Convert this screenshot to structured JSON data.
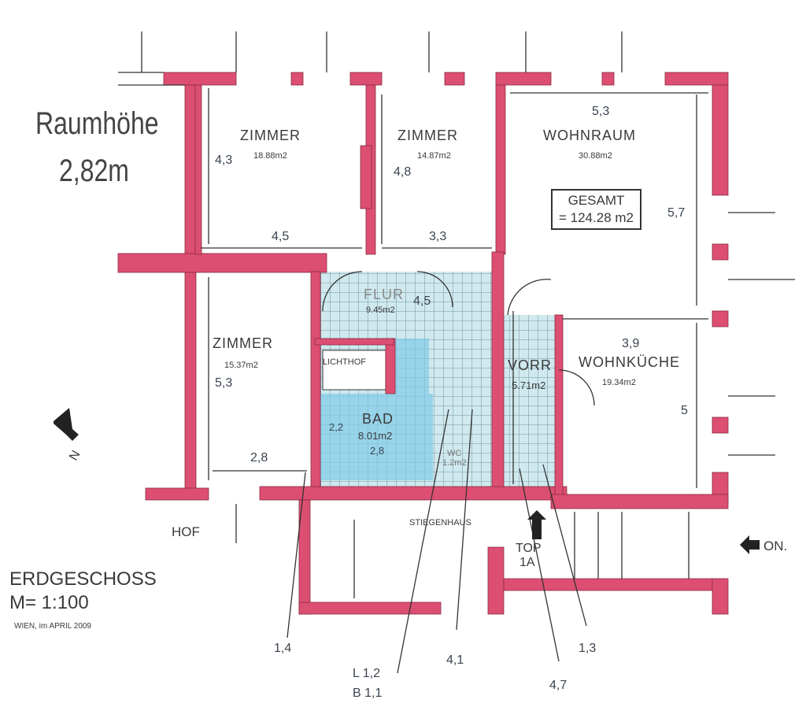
{
  "title": {
    "line1": "Raumhöhe",
    "line2": "2,82m"
  },
  "rooms": [
    {
      "name": "ZIMMER",
      "area": "18.88m2"
    },
    {
      "name": "ZIMMER",
      "area": "14.87m2"
    },
    {
      "name": "WOHNRAUM",
      "area": "30.88m2"
    },
    {
      "name": "ZIMMER",
      "area": "15.37m2"
    },
    {
      "name": "FLUR",
      "area": "9.45m2"
    },
    {
      "name": "LICHTHOF"
    },
    {
      "name": "BAD",
      "area": "8.01m2"
    },
    {
      "name": "VORR",
      "area": "5.71m2"
    },
    {
      "name": "WOHNKÜCHE",
      "area": "19.34m2"
    },
    {
      "name": "STIEGENHAUS"
    },
    {
      "name": "HOF"
    },
    {
      "name": "WC",
      "area": "1.2m2"
    }
  ],
  "total": {
    "label": "GESAMT",
    "value": "= 124.28 m2"
  },
  "dimensions": [
    "4,3",
    "4,5",
    "4,8",
    "3,3",
    "5,3",
    "5,7",
    "5,3",
    "2,8",
    "4,5",
    "3,9",
    "5",
    "2,2",
    "2,8",
    "1,4",
    "4,1",
    "1,3",
    "4,7",
    "L 1,2",
    "B 1,1"
  ],
  "labels": {
    "top": "TOP",
    "top_no": "1A",
    "entrance": "ON.",
    "north": "N"
  },
  "footer": {
    "floor": "ERDGESCHOSS",
    "scale": "M=  1:100",
    "place_date": "WIEN, im APRIL 2009"
  },
  "colors": {
    "wall": "#dc4f72",
    "tile": "#bfe3ea",
    "bath": "#7fcbe8"
  }
}
